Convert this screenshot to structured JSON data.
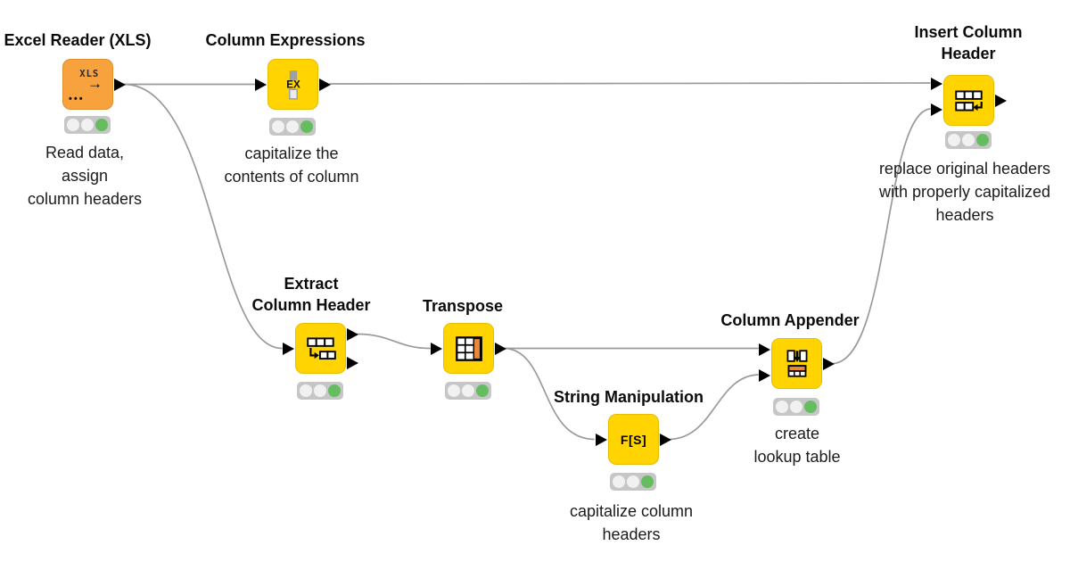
{
  "app": "workflow-editor",
  "colors": {
    "node_yellow": "#FFD401",
    "node_orange": "#F7A23D",
    "status_green": "#65BD5F",
    "icon_orange": "#E8883A",
    "connection_grey": "#9A9A9A"
  },
  "nodes": [
    {
      "title": "Excel Reader (XLS)",
      "comment": "Read data,\nassign\ncolumn headers",
      "icon": {
        "name": "xls-reader-icon",
        "label": "XLS",
        "arrow": "→",
        "dots": "•••"
      },
      "status": "executed"
    },
    {
      "title": "Column Expressions",
      "comment": "capitalize the\ncontents of column",
      "icon": {
        "name": "expression-column-icon",
        "label": "EX"
      },
      "status": "executed"
    },
    {
      "title": "Extract\nColumn Header",
      "comment": "",
      "icon": {
        "name": "extract-column-header-icon"
      },
      "status": "executed"
    },
    {
      "title": "Transpose",
      "comment": "",
      "icon": {
        "name": "transpose-table-icon"
      },
      "status": "executed"
    },
    {
      "title": "String Manipulation",
      "comment": "capitalize column\nheaders",
      "icon": {
        "name": "string-function-icon",
        "label": "F[S]"
      },
      "status": "executed"
    },
    {
      "title": "Column Appender",
      "comment": "create\nlookup table",
      "icon": {
        "name": "column-appender-icon"
      },
      "status": "executed"
    },
    {
      "title": "Insert Column\nHeader",
      "comment": "replace original headers\nwith properly capitalized\nheaders",
      "icon": {
        "name": "insert-column-header-icon"
      },
      "status": "executed"
    }
  ]
}
